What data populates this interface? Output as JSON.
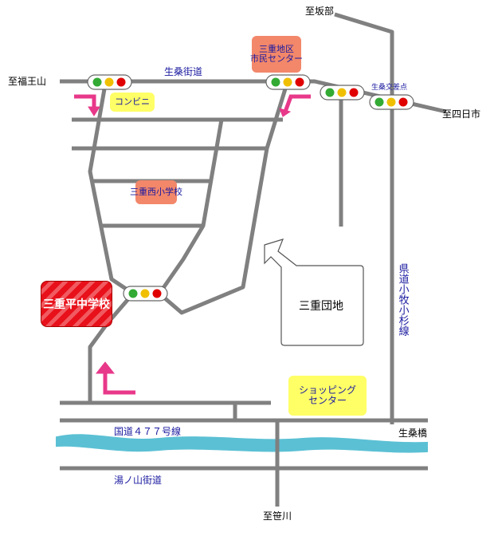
{
  "labels": {
    "to_sakabe": "至坂部",
    "to_fukuouzan": "至福王山",
    "to_yokkaichi": "至四日市",
    "to_sasagawa": "至笹川",
    "ikuwa_kaido": "生桑街道",
    "kokudo": "国道４７７号線",
    "yunoyama": "湯ノ山街道",
    "ikuwa_bashi": "生桑橋",
    "kendo": "県道小牧小杉線",
    "ikuwa_kosaten": "生桑交差点"
  },
  "places": {
    "convenience": "コンビニ",
    "community_center": "三重地区\n市民センター",
    "west_elementary": "三重西小学校",
    "school": "三重平中学校",
    "danchi": "三重団地",
    "shopping": "ショッピング\nセンター"
  },
  "colors": {
    "road": "#808080",
    "river": "#5bc0d4",
    "arrow": "#e8388a",
    "school": "#e8101a",
    "facility": "#f2876a",
    "shop": "#ffff66"
  },
  "icons": [
    "traffic-signal-icon",
    "turn-arrow-icon",
    "pointer-arrow-icon"
  ]
}
